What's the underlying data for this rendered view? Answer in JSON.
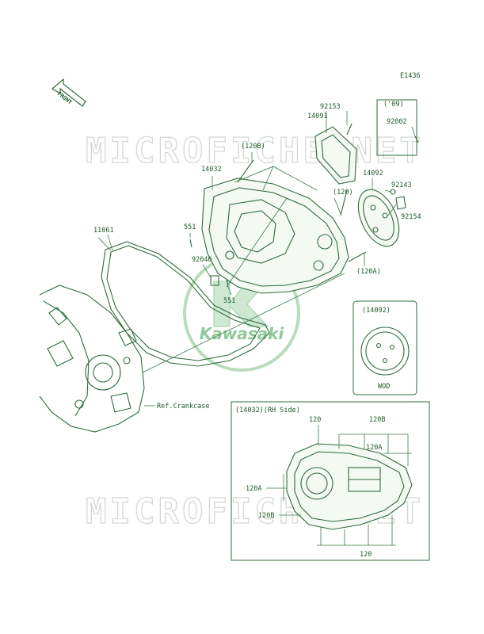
{
  "diagram_code": "E1436",
  "front_label": "FRONT",
  "watermark": "MICROFICHE.NET",
  "logo_text": "Kawasaki",
  "labels": {
    "p92153": "92153",
    "p14091": "14091",
    "p09": "('09)",
    "p92002": "92002",
    "p120b_top": "(120B)",
    "p14032": "14032",
    "p14092": "14092",
    "p120": "(120)",
    "p92143": "92143",
    "p92154": "92154",
    "p11061": "11061",
    "p551a": "551",
    "p92046": "92046",
    "p551b": "551",
    "p120a": "(120A)",
    "ref_crankcase": "Ref.Crankcase"
  },
  "inset_14092": {
    "title": "(14092)",
    "caption": "WOD"
  },
  "inset_rh": {
    "title": "(14032)(RH Side)",
    "l120_top": "120",
    "l120b_top": "120B",
    "l120a_right": "120A",
    "l120a_left": "120A",
    "l120b_left": "120B",
    "l120_bottom": "120"
  },
  "colors": {
    "line": "#2f6b3a",
    "text": "#1e5a2a",
    "watermark": "#d4d8d4",
    "logo": "#7dbf86"
  }
}
